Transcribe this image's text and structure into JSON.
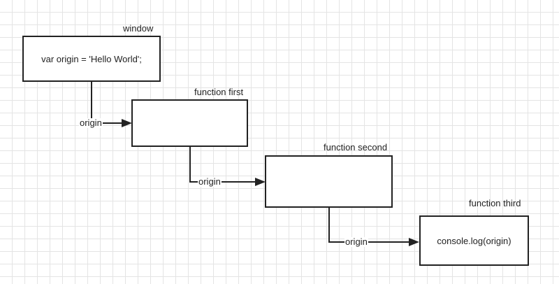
{
  "diagram": {
    "scopes": [
      {
        "id": "window",
        "label": "window",
        "content": "var origin = 'Hello World';"
      },
      {
        "id": "first",
        "label": "function first",
        "content": ""
      },
      {
        "id": "second",
        "label": "function second",
        "content": ""
      },
      {
        "id": "third",
        "label": "function third",
        "content": "console.log(origin)"
      }
    ],
    "edges": [
      {
        "from": "window",
        "to": "first",
        "label": "origin"
      },
      {
        "from": "first",
        "to": "second",
        "label": "origin"
      },
      {
        "from": "second",
        "to": "third",
        "label": "origin"
      }
    ],
    "colors": {
      "stroke": "#222222",
      "grid": "#e4e4e4",
      "background": "#ffffff"
    }
  }
}
